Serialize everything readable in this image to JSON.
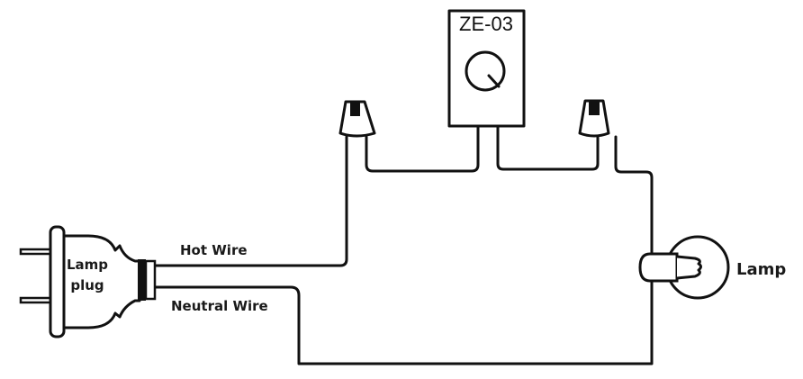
{
  "diagram": {
    "type": "wiring-diagram",
    "title": "Lamp dimmer wiring",
    "components": {
      "plug": {
        "label_line1": "Lamp",
        "label_line2": "plug"
      },
      "dimmer": {
        "label": "ZE-03"
      },
      "lamp": {
        "label": "Lamp"
      },
      "wire_nut_left": {
        "name": "wire-nut"
      },
      "wire_nut_right": {
        "name": "wire-nut"
      }
    },
    "wires": {
      "hot": {
        "label": "Hot Wire"
      },
      "neutral": {
        "label": "Neutral Wire"
      }
    },
    "colors": {
      "stroke": "#111111",
      "background": "#ffffff"
    }
  }
}
